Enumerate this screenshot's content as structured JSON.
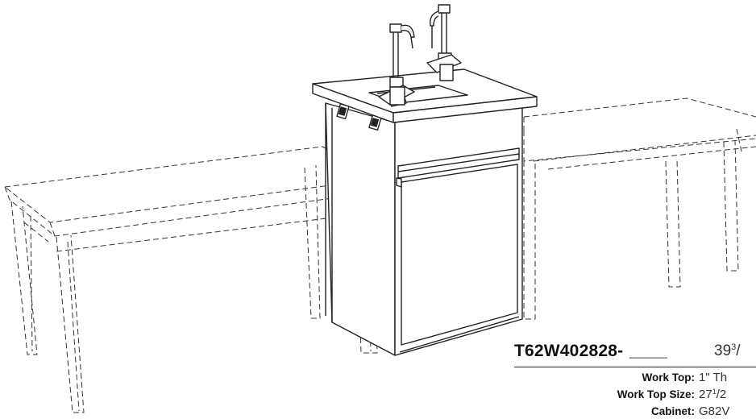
{
  "product": {
    "model_number": "T62W402828-",
    "model_suffix": "____",
    "model_dimension": {
      "whole": "39",
      "sup": "3",
      "rest": "/"
    }
  },
  "specs": [
    {
      "label": "Work Top:",
      "value": {
        "main": "1\" Th",
        "sup": "",
        "rest": ""
      }
    },
    {
      "label": "Work Top Size:",
      "value": {
        "main": "27",
        "sup": "1",
        "rest": "/2"
      }
    },
    {
      "label": "Cabinet:",
      "value": {
        "main": "G82V",
        "sup": "",
        "rest": ""
      }
    }
  ],
  "colors": {
    "line": "#222222",
    "dash": "#333333",
    "text": "#111111"
  }
}
